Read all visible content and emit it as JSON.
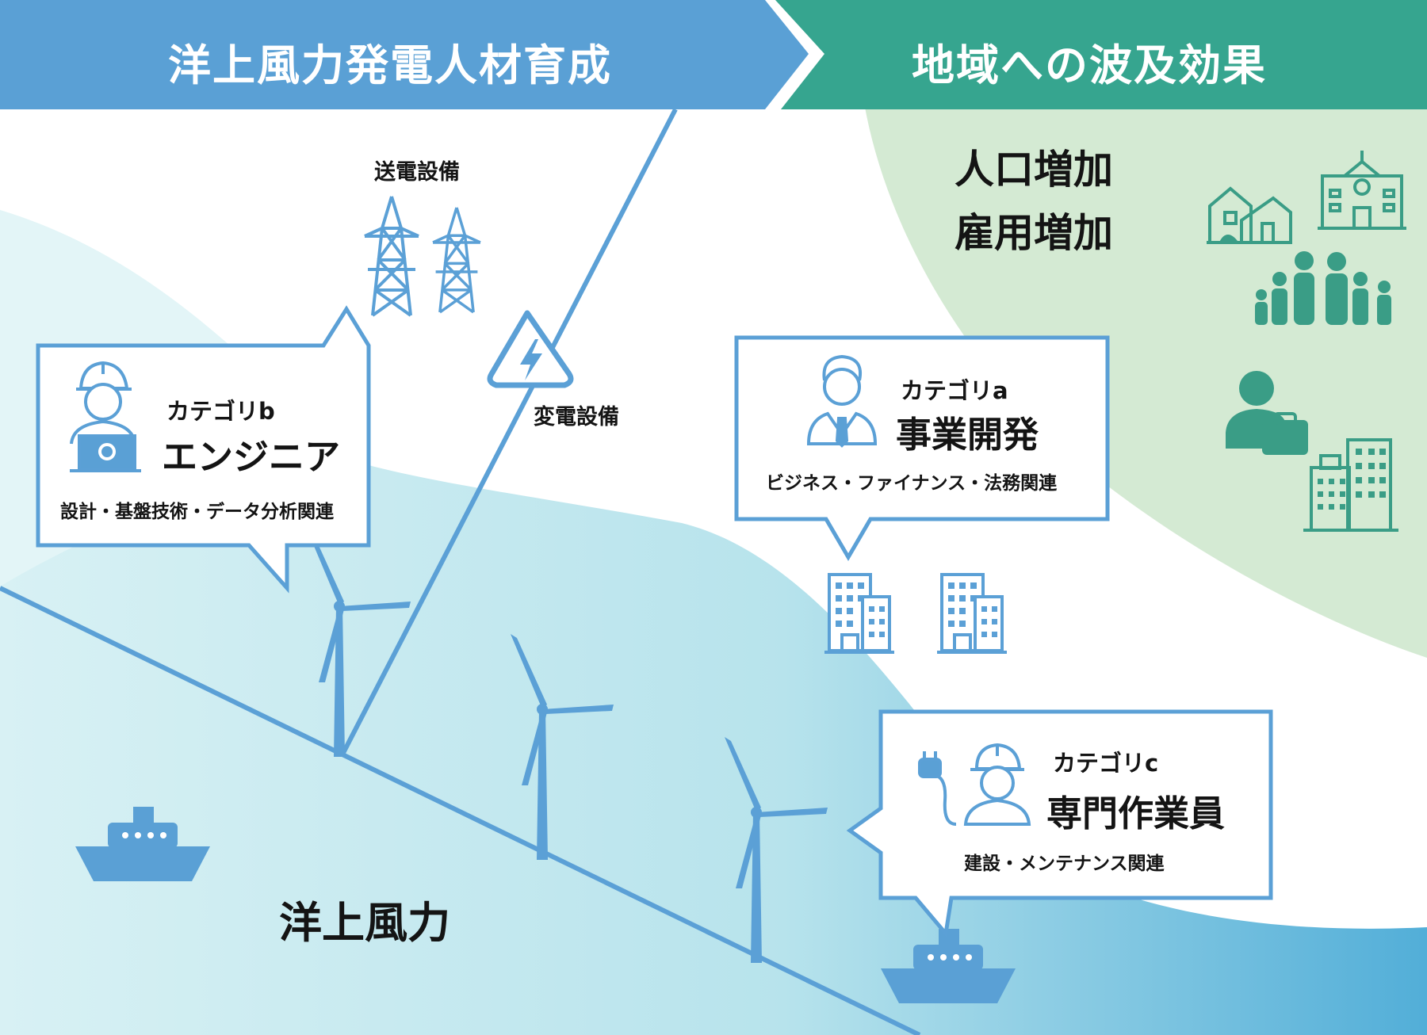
{
  "banner": {
    "left_title": "洋上風力発電人材育成",
    "right_title": "地域への波及効果",
    "left_color": "#5aa0d5",
    "right_color": "#36a58f"
  },
  "labels": {
    "transmission": "送電設備",
    "substation": "変電設備",
    "offshore_wind": "洋上風力"
  },
  "effects": {
    "population": "人口増加",
    "employment": "雇用増加"
  },
  "cards": {
    "engineer": {
      "category": "カテゴリb",
      "title": "エンジニア",
      "description": "設計・基盤技術・データ分析関連",
      "icon": "engineer-with-laptop-icon"
    },
    "business": {
      "category": "カテゴリa",
      "title": "事業開発",
      "description": "ビジネス・ファイナンス・法務関連",
      "icon": "businessman-icon"
    },
    "worker": {
      "category": "カテゴリc",
      "title": "専門作業員",
      "description": "建設・メンテナンス関連",
      "icon": "worker-with-plug-icon"
    }
  },
  "icons": [
    "transmission-tower-icon",
    "substation-icon",
    "wind-turbine-icon",
    "ship-icon",
    "office-building-icon",
    "house-icon",
    "school-icon",
    "family-icon",
    "job-seeker-icon"
  ],
  "colors": {
    "sea_light": "#d8f1f4",
    "sea_mid": "#a6dbe8",
    "sea_deep": "#52aed8",
    "region_green": "#d4ead3",
    "line_blue": "#5ba0d6",
    "icon_teal": "#3a9d86",
    "text": "#141414"
  }
}
